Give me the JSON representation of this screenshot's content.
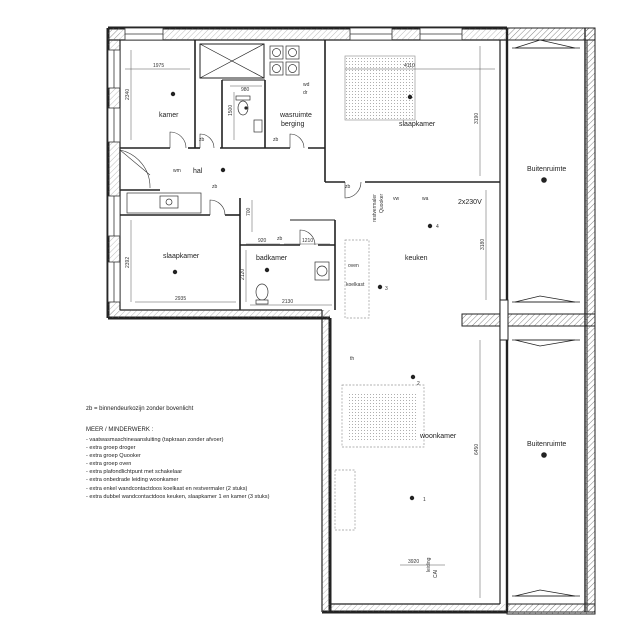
{
  "rooms": {
    "kamer": "kamer",
    "wasruimte": "wasruimte",
    "berging": "berging",
    "slaapkamer_top": "slaapkamer",
    "hal": "hal",
    "slaapkamer_left": "slaapkamer",
    "badkamer": "badkamer",
    "keuken": "keuken",
    "woonkamer": "woonkamer",
    "buiten_top": "Buitenruimte",
    "buiten_bottom": "Buitenruimte"
  },
  "dimensions": {
    "d1975": "1975",
    "d2340": "2340",
    "d980": "980",
    "d1500": "1500",
    "d4110": "4110",
    "d3190": "3190",
    "d700": "700",
    "d920": "920",
    "d1210": "1210",
    "d2392": "2392",
    "d2120": "2120",
    "d2935": "2935",
    "d2130": "2130",
    "d3180": "3180",
    "d6450": "6450",
    "d3920": "3920"
  },
  "markers": {
    "zb": "zb",
    "wm": "wm",
    "wd": "wd",
    "dr": "dr",
    "wa": "wa",
    "vw": "vw",
    "oven": "oven",
    "koelkast": "koelkast",
    "th": "th",
    "power": "2x230V",
    "quooker": "Quooker",
    "restvermaler": "restvermaler",
    "leiding": "leiding",
    "cai": "CAI",
    "n1": "1",
    "n2": "2",
    "n3": "3",
    "n4": "4"
  },
  "notes": {
    "legend": "zb = binnendeurkozijn zonder bovenlicht",
    "meer_title": "MEER / MINDERWERK :",
    "meer_items": [
      "- vaatwasmaschineaansluiting (tapkraan zonder afvoer)",
      "- extra groep droger",
      "- extra groep Quooker",
      "- extra groep oven",
      "- extra plafondlichtpunt met schakelaar",
      "- extra onbedrade leiding woonkamer",
      "- extra enkel wandcontactdoos koelkast en restvermaler (2 stuks)",
      "- extra dubbel wandcontactdoos keuken, slaapkamer 1 en kamer (3 stuks)"
    ]
  },
  "colors": {
    "wall": "#222222",
    "line": "#333333",
    "hatch": "#666666",
    "background": "#ffffff"
  }
}
